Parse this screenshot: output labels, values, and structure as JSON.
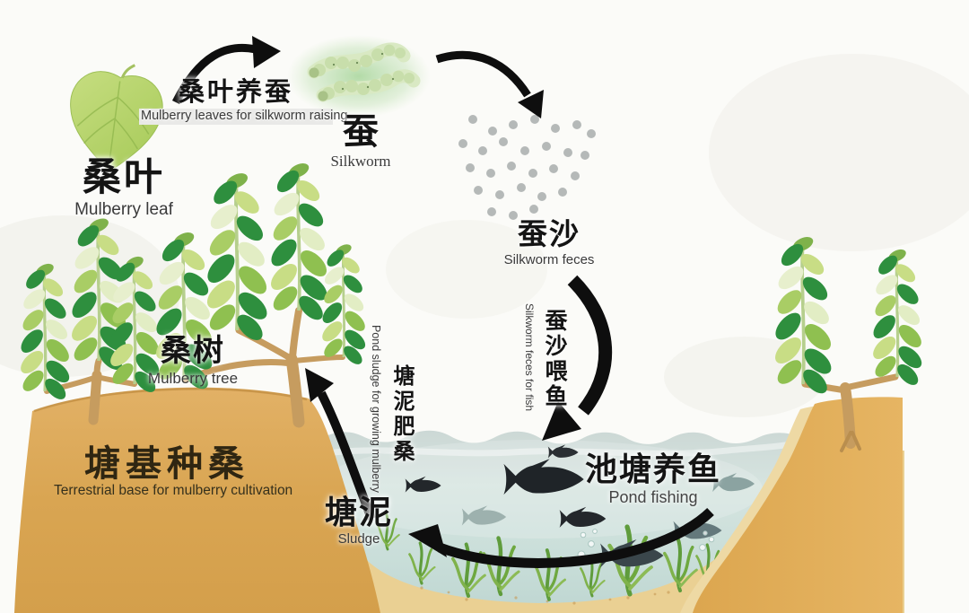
{
  "nodes": {
    "mulberry_leaf": {
      "zh": "桑叶",
      "en": "Mulberry leaf"
    },
    "silkworm": {
      "zh": "蚕",
      "en": "Silkworm"
    },
    "silkworm_feces": {
      "zh": "蚕沙",
      "en": "Silkworm feces"
    },
    "pond_fishing": {
      "zh": "池塘养鱼",
      "en": "Pond fishing"
    },
    "sludge": {
      "zh": "塘泥",
      "en": "Sludge"
    },
    "mulberry_tree": {
      "zh": "桑树",
      "en": "Mulberry tree"
    },
    "terrestrial_base": {
      "zh": "塘基种桑",
      "en": "Terrestrial base for mulberry cultivation"
    }
  },
  "flows": {
    "leaves_to_silkworm": {
      "zh": "桑叶养蚕",
      "en": "Mulberry leaves for silkworm raising"
    },
    "feces_to_fish": {
      "zh": "蚕沙喂鱼",
      "en": "Silkworm feces for fish"
    },
    "sludge_to_mulberry": {
      "zh": "塘泥肥桑",
      "en": "Pond sludge for growing mulberry"
    }
  },
  "colors": {
    "background": "#fbfbf8",
    "dike_tan": "#d9a552",
    "bank_tan": "#e0ab58",
    "sand_light": "#eed9a4",
    "water": "#cfe0dc",
    "fish_dark": "#23272b",
    "fish_gray": "#8ba3a1",
    "foliage_dark": "#2e8f3e",
    "foliage_light": "#c8dd85",
    "arrow_black": "#0e0e0e",
    "feces_dot_gray": "#b5b9b8"
  }
}
